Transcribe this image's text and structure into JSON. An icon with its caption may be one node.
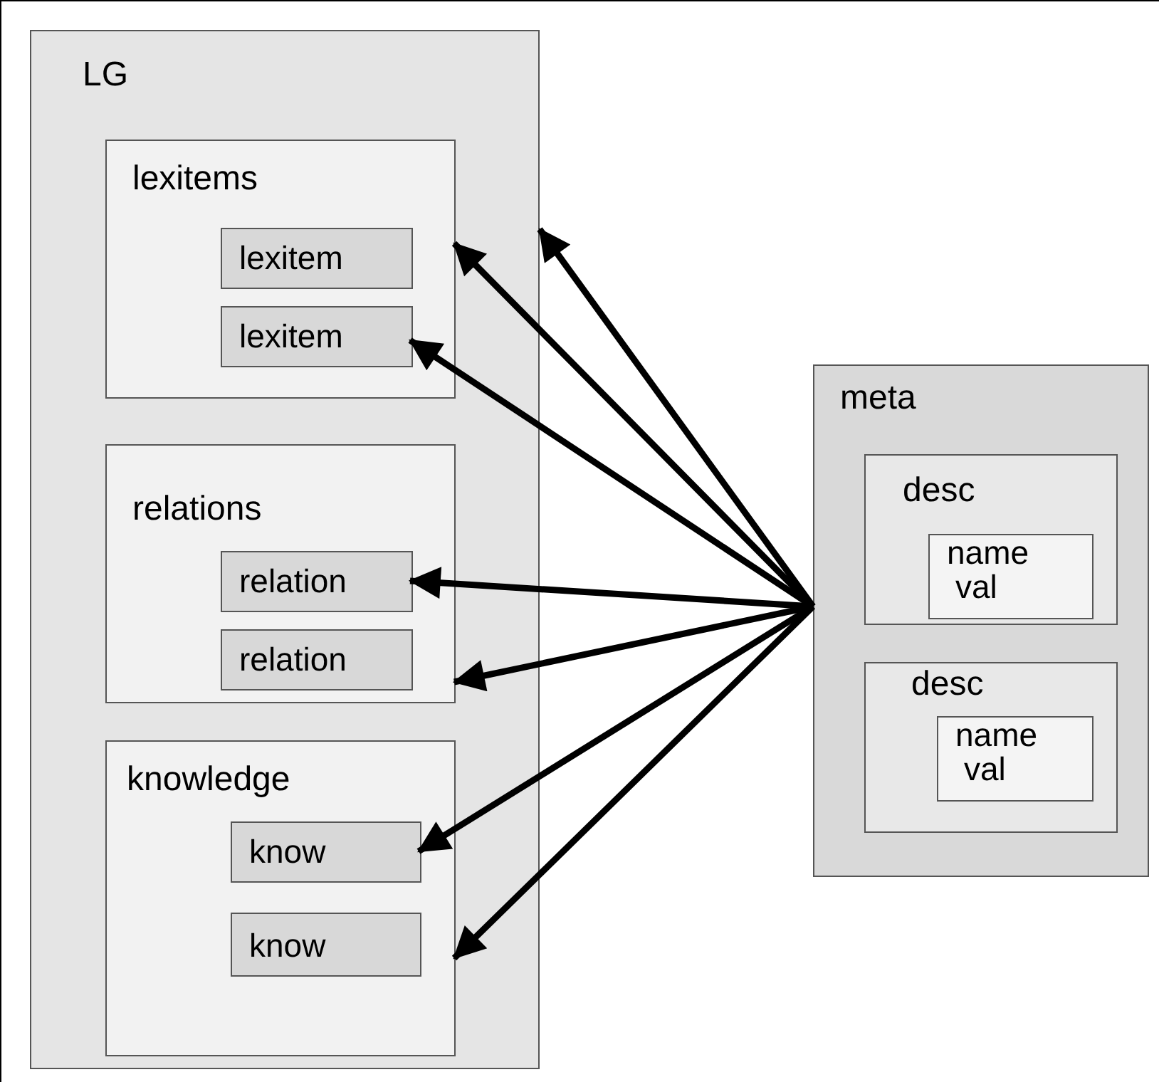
{
  "diagram": {
    "nodes": [
      {
        "text": [
          "LG"
        ]
      },
      {
        "text": [
          "lexitems"
        ],
        "in": 0
      },
      {
        "text": [
          "lexitem"
        ],
        "in": 1
      },
      {
        "text": [
          "lexitem"
        ],
        "in": 1
      },
      {
        "text": [
          "relations"
        ],
        "in": 0
      },
      {
        "text": [
          "relation"
        ],
        "in": 4
      },
      {
        "text": [
          "relation"
        ],
        "in": 4
      },
      {
        "text": [
          "knowledge"
        ],
        "in": 0
      },
      {
        "text": [
          "know"
        ],
        "in": 7
      },
      {
        "text": [
          "know"
        ],
        "in": 7
      },
      {
        "text": [
          "meta"
        ]
      },
      {
        "text": [
          "desc"
        ],
        "in": 10
      },
      {
        "text": [
          "name",
          "val"
        ],
        "in": 11
      },
      {
        "text": [
          "desc"
        ],
        "in": 10
      },
      {
        "text": [
          "name",
          "val"
        ],
        "in": 13
      }
    ],
    "edges": [
      {
        "from": 10,
        "to": 1,
        "arrow": "to"
      },
      {
        "from": 10,
        "to": 0,
        "arrow": "to"
      },
      {
        "from": 10,
        "to": 3,
        "arrow": "to"
      },
      {
        "from": 10,
        "to": 5,
        "arrow": "to"
      },
      {
        "from": 10,
        "to": 4,
        "arrow": "to"
      },
      {
        "from": 10,
        "to": 8,
        "arrow": "to"
      },
      {
        "from": 10,
        "to": 7,
        "arrow": "to"
      }
    ]
  }
}
